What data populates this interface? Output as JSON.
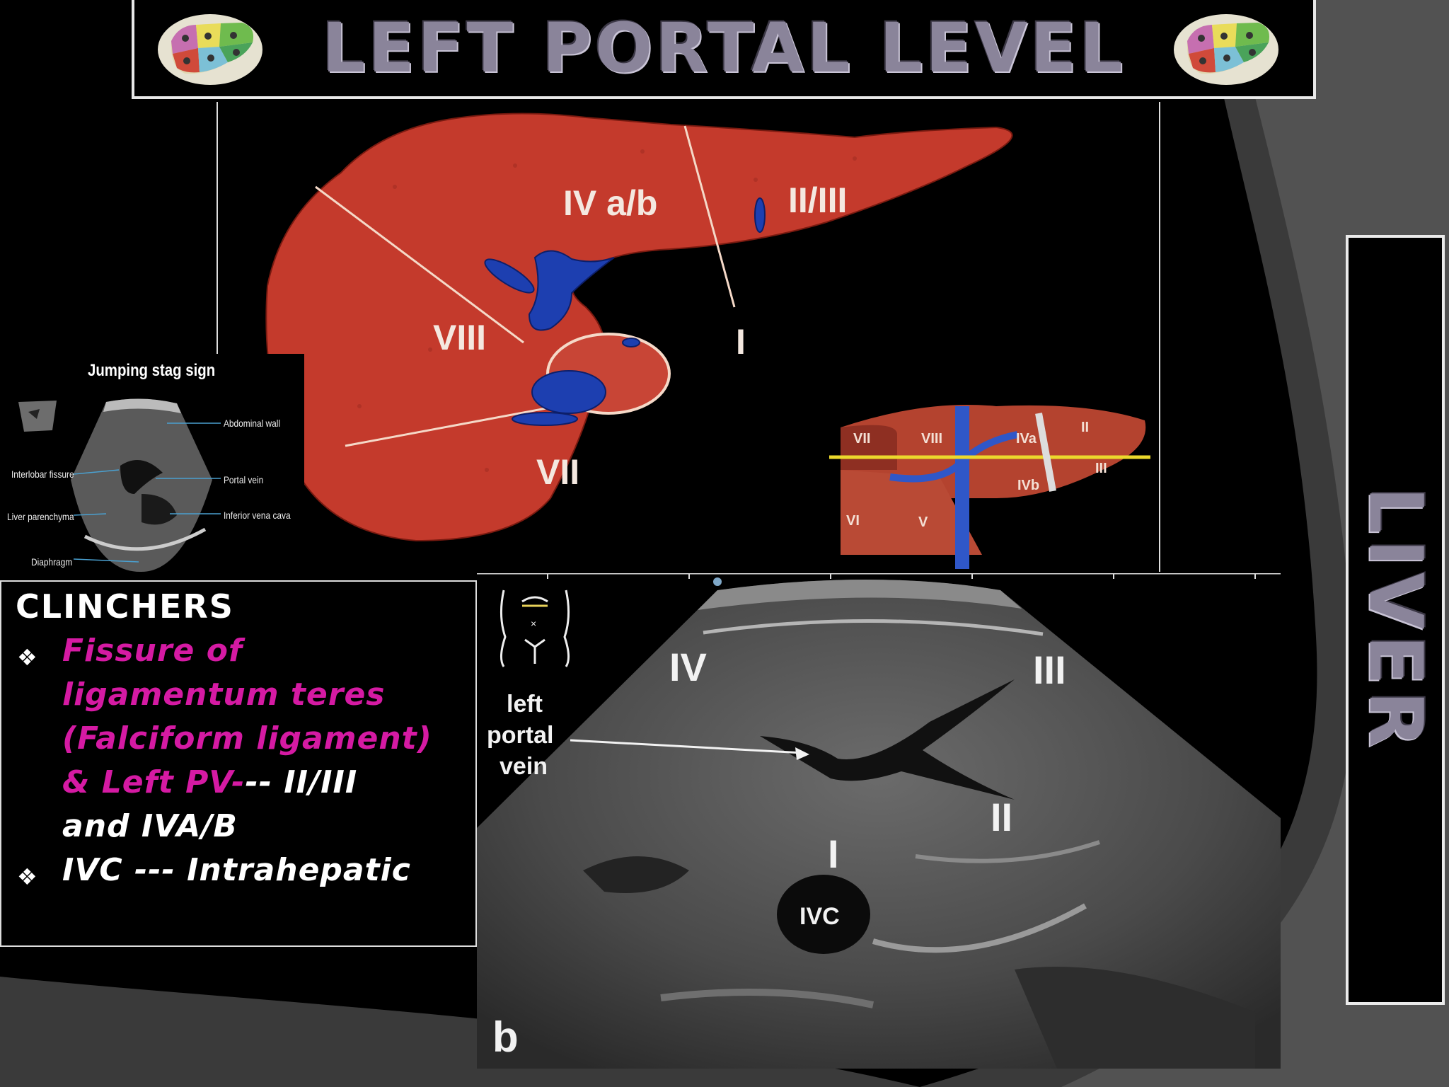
{
  "slide": {
    "title": "LEFT PORTAL LEVEL",
    "side_label": "LIVER",
    "colors": {
      "title_text": "#8a849a",
      "pink": "#d51aa3",
      "liver_red": "#c0392b",
      "vessel_blue": "#1d3fb0"
    }
  },
  "diagram": {
    "segments": [
      "IV a/b",
      "II/III",
      "VIII",
      "I",
      "VII"
    ],
    "inset_segments": [
      "VII",
      "VIII",
      "IVa",
      "II",
      "III",
      "IVb",
      "VI",
      "V"
    ]
  },
  "stag_figure": {
    "title": "Jumping stag sign",
    "labels": {
      "abdominal_wall": "Abdominal wall",
      "interlobar_fissure": "Interlobar fissure",
      "portal_vein": "Portal vein",
      "liver_parenchyma": "Liver parenchyma",
      "inferior_vena_cava": "Inferior vena cava",
      "diaphragm": "Diaphragm"
    }
  },
  "clinchers": {
    "heading": "CLINCHERS",
    "line1": "Fissure of",
    "line2": "ligamentum teres",
    "line3": "(Falciform ligament)",
    "line4_pink": "& Left PV-",
    "line4_white": "-- II/III",
    "line5": "and  IVA/B",
    "line6": "IVC --- Intrahepatic",
    "bullet_icon": "diamond-bullet-icon"
  },
  "ultrasound": {
    "labels": {
      "iv": "IV",
      "iii": "III",
      "ii": "II",
      "i": "I",
      "ivc": "IVC",
      "left": "left",
      "portal": "portal",
      "vein": "vein",
      "panel_letter": "b"
    }
  }
}
